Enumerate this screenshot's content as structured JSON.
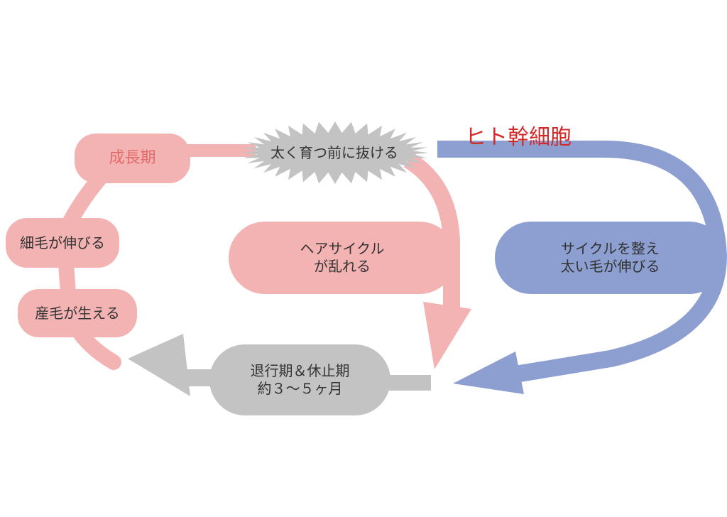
{
  "diagram": {
    "colors": {
      "pink": "#f4b3b3",
      "blue": "#8d9fd1",
      "gray": "#c3c3c3",
      "red_text": "#d22a2a",
      "pink_text": "#e26a6a",
      "dark_text": "#333333"
    },
    "nodes": {
      "growth_phase": "成長期",
      "thin_hair": "細毛が伸びる",
      "vellus_hair": "産毛が生える",
      "falls_out": "太く育つ前に抜ける",
      "cycle_disrupted": "ヘアサイクル\nが乱れる",
      "cycle_fixed": "サイクルを整え\n太い毛が伸びる",
      "regression_rest": "退行期＆休止期\n約３〜５ヶ月"
    },
    "title": "ヒト幹細胞"
  }
}
